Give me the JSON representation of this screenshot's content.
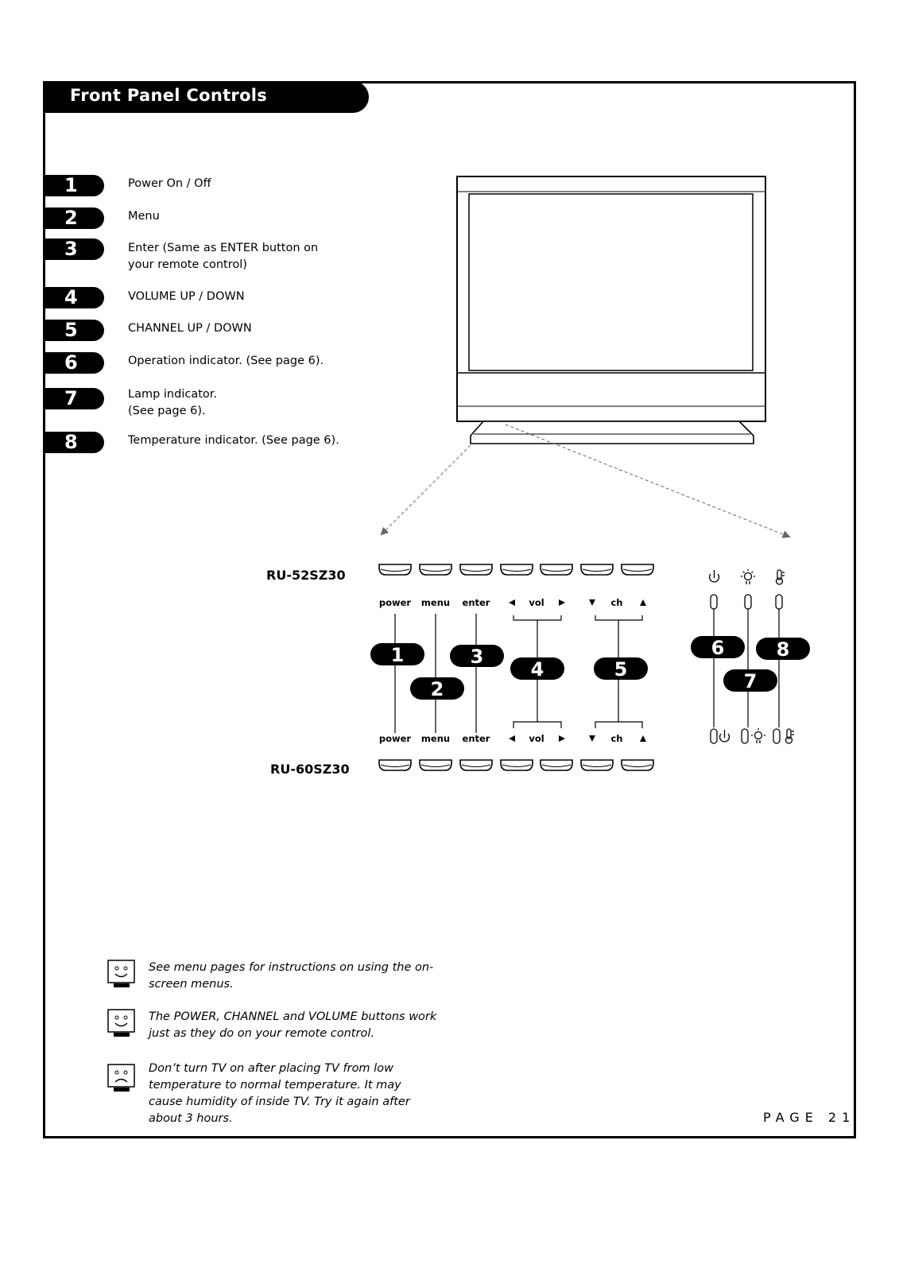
{
  "header": {
    "title": "Front Panel Controls"
  },
  "items": [
    {
      "num": "1",
      "text": "Power On / Off"
    },
    {
      "num": "2",
      "text": "Menu"
    },
    {
      "num": "3",
      "text": "Enter (Same as ENTER button on your remote control)"
    },
    {
      "num": "4",
      "text": "VOLUME UP / DOWN"
    },
    {
      "num": "5",
      "text": "CHANNEL UP / DOWN"
    },
    {
      "num": "6",
      "text": "Operation indicator. (See page 6)."
    },
    {
      "num": "7",
      "text": "Lamp indicator. (See page 6)."
    },
    {
      "num": "8",
      "text": "Temperature indicator. (See page 6)."
    }
  ],
  "diagram": {
    "model_top": "RU-52SZ30",
    "model_bottom": "RU-60SZ30",
    "labels": {
      "power": "power",
      "menu": "menu",
      "enter": "enter",
      "vol": "vol",
      "ch": "ch"
    },
    "callouts": [
      "1",
      "2",
      "3",
      "4",
      "5",
      "6",
      "7",
      "8"
    ],
    "icons": [
      "power-icon",
      "lamp-icon",
      "temperature-icon"
    ]
  },
  "notes": [
    {
      "icon": "happy-face-icon",
      "text": "See menu pages for instructions on using the on-screen menus."
    },
    {
      "icon": "happy-face-icon",
      "text": "The POWER, CHANNEL and VOLUME buttons work just as they do on your remote control."
    },
    {
      "icon": "sad-face-icon",
      "text": "Don’t turn TV on after placing TV from low temperature to normal temperature. It may cause humidity of inside TV. Try it again after about 3 hours."
    }
  ],
  "footer": {
    "page": "PAGE 21"
  }
}
